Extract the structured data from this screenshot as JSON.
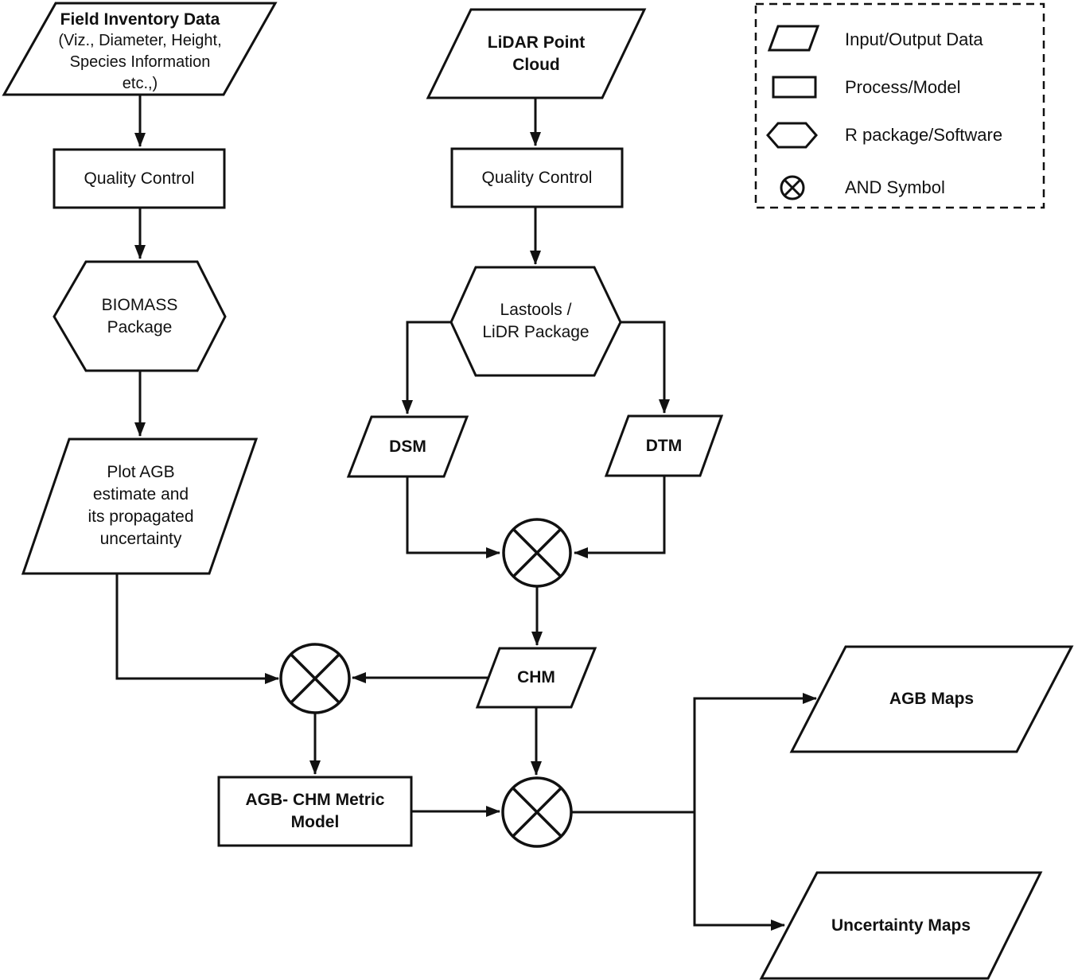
{
  "figure": {
    "kind": "flowchart",
    "ink_color": "#111111",
    "background_color": "#ffffff"
  },
  "nodes": {
    "field_inventory": {
      "shape": "parallelogram",
      "title": "Field Inventory Data",
      "sub_lines": [
        "(Viz., Diameter, Height,",
        "Species Information",
        "etc.,)"
      ]
    },
    "qc_left": {
      "shape": "rectangle",
      "label": "Quality Control"
    },
    "biomass": {
      "shape": "hexagon",
      "lines": [
        "BIOMASS",
        "Package"
      ]
    },
    "plot_agb": {
      "shape": "parallelogram",
      "lines": [
        "Plot AGB",
        "estimate and",
        "its propagated",
        "uncertainty"
      ]
    },
    "lidar": {
      "shape": "parallelogram",
      "lines": [
        "LiDAR Point",
        "Cloud"
      ]
    },
    "qc_right": {
      "shape": "rectangle",
      "label": "Quality Control"
    },
    "lastools": {
      "shape": "hexagon",
      "lines": [
        "Lastools /",
        "LiDR Package"
      ]
    },
    "dsm": {
      "shape": "parallelogram",
      "label": "DSM"
    },
    "dtm": {
      "shape": "parallelogram",
      "label": "DTM"
    },
    "chm": {
      "shape": "parallelogram",
      "label": "CHM"
    },
    "agb_chm_model": {
      "shape": "rectangle",
      "lines": [
        "AGB- CHM Metric",
        "Model"
      ]
    },
    "agb_maps": {
      "shape": "parallelogram",
      "label": "AGB Maps"
    },
    "uncertainty_maps": {
      "shape": "parallelogram",
      "label": "Uncertainty Maps"
    }
  },
  "legend": {
    "items": [
      {
        "symbol": "parallelogram-icon",
        "label": "Input/Output Data"
      },
      {
        "symbol": "rectangle-icon",
        "label": "Process/Model"
      },
      {
        "symbol": "hexagon-icon",
        "label": "R package/Software"
      },
      {
        "symbol": "and-circle-icon",
        "label": "AND Symbol"
      }
    ]
  }
}
